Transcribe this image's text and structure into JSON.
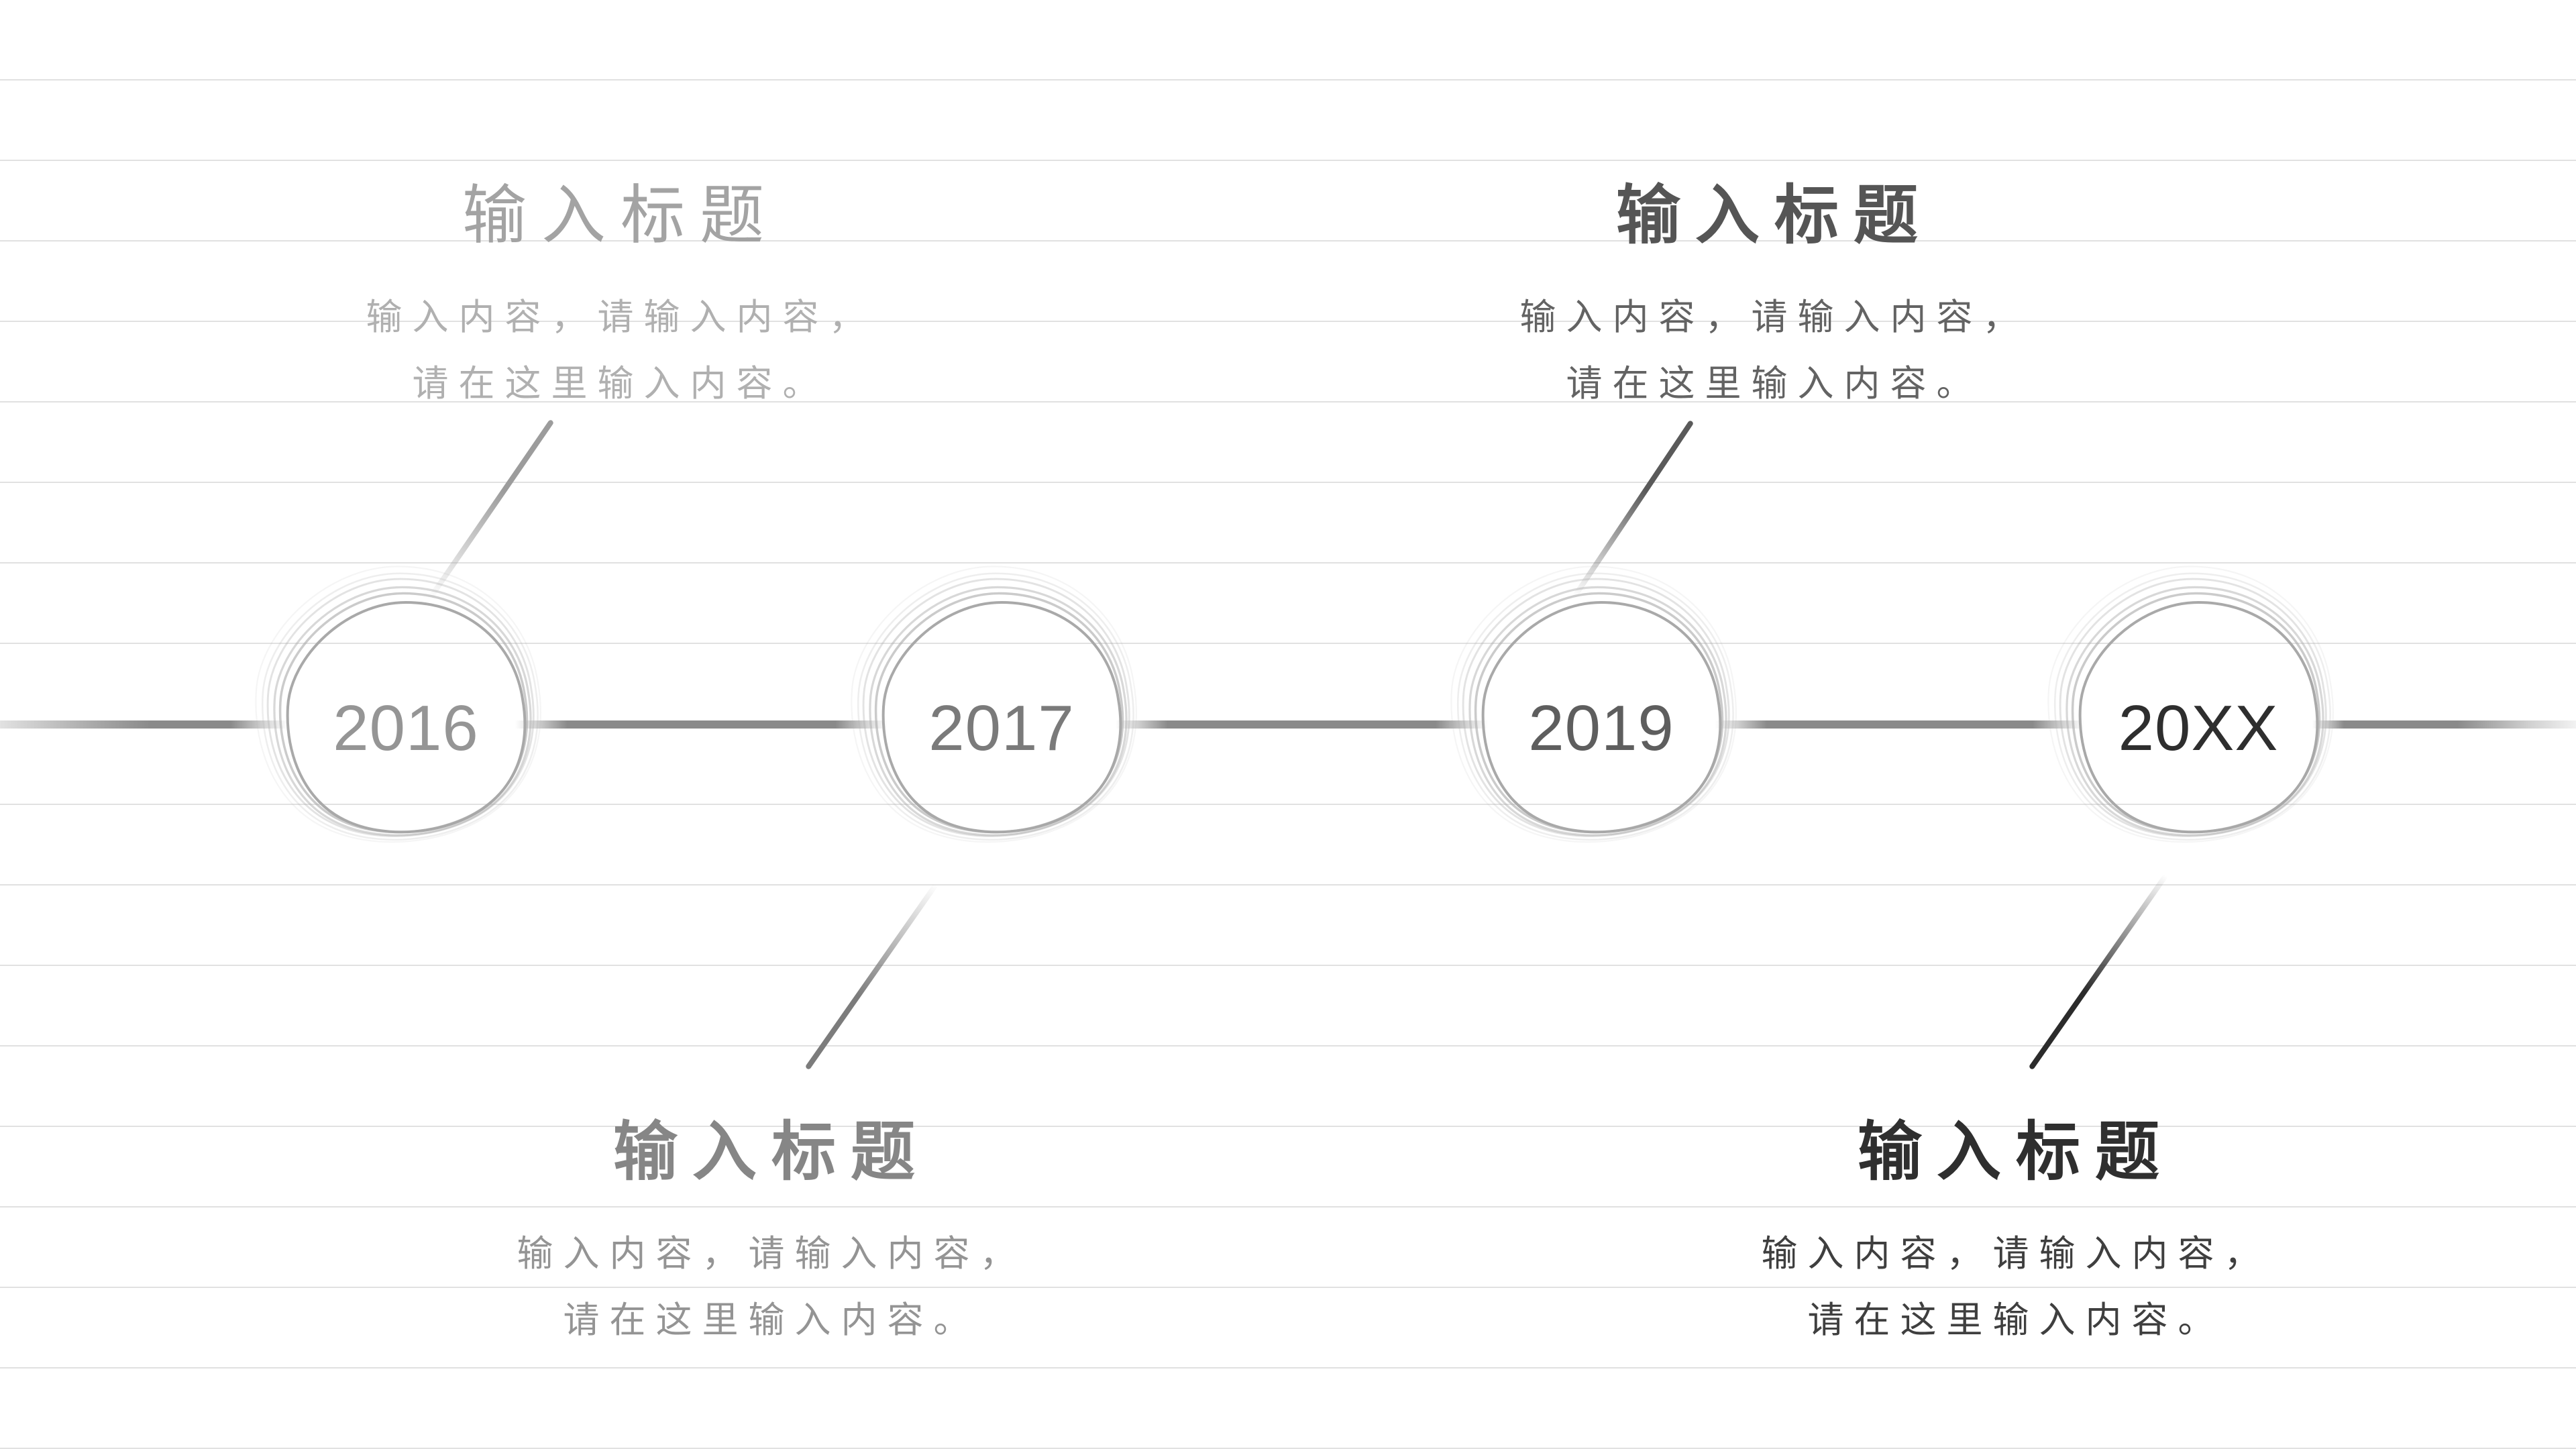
{
  "slide": {
    "background_color": "#ffffff",
    "ruled_line_color": "#e1e1e1",
    "timeline_color": "#8a8a8a",
    "node_ring_color": "#a9a9a9"
  },
  "timeline": {
    "nodes": [
      {
        "year": "2016",
        "year_color": "#959595",
        "connector_color": "#9c9c9c"
      },
      {
        "year": "2017",
        "year_color": "#7a7a7a",
        "connector_color": "#7c7c7c"
      },
      {
        "year": "2019",
        "year_color": "#5e5e5e",
        "connector_color": "#5a5a5a"
      },
      {
        "year": "20XX",
        "year_color": "#2e2e2e",
        "connector_color": "#2b2b2b"
      }
    ]
  },
  "blocks": [
    {
      "position": "top-left",
      "title": "输入标题",
      "body_line1": "输入内容，请输入内容，",
      "body_line2": "请在这里输入内容。",
      "title_color": "#a3a3a3",
      "body_color": "#b0b0b0"
    },
    {
      "position": "top-right",
      "title": "输入标题",
      "body_line1": "输入内容，请输入内容，",
      "body_line2": "请在这里输入内容。",
      "title_color": "#555555",
      "body_color": "#636363"
    },
    {
      "position": "bottom-left",
      "title": "输入标题",
      "body_line1": "输入内容，请输入内容，",
      "body_line2": "请在这里输入内容。",
      "title_color": "#868686",
      "body_color": "#949494"
    },
    {
      "position": "bottom-right",
      "title": "输入标题",
      "body_line1": "输入内容，请输入内容，",
      "body_line2": "请在这里输入内容。",
      "title_color": "#2f2f2f",
      "body_color": "#3f3f3f"
    }
  ]
}
